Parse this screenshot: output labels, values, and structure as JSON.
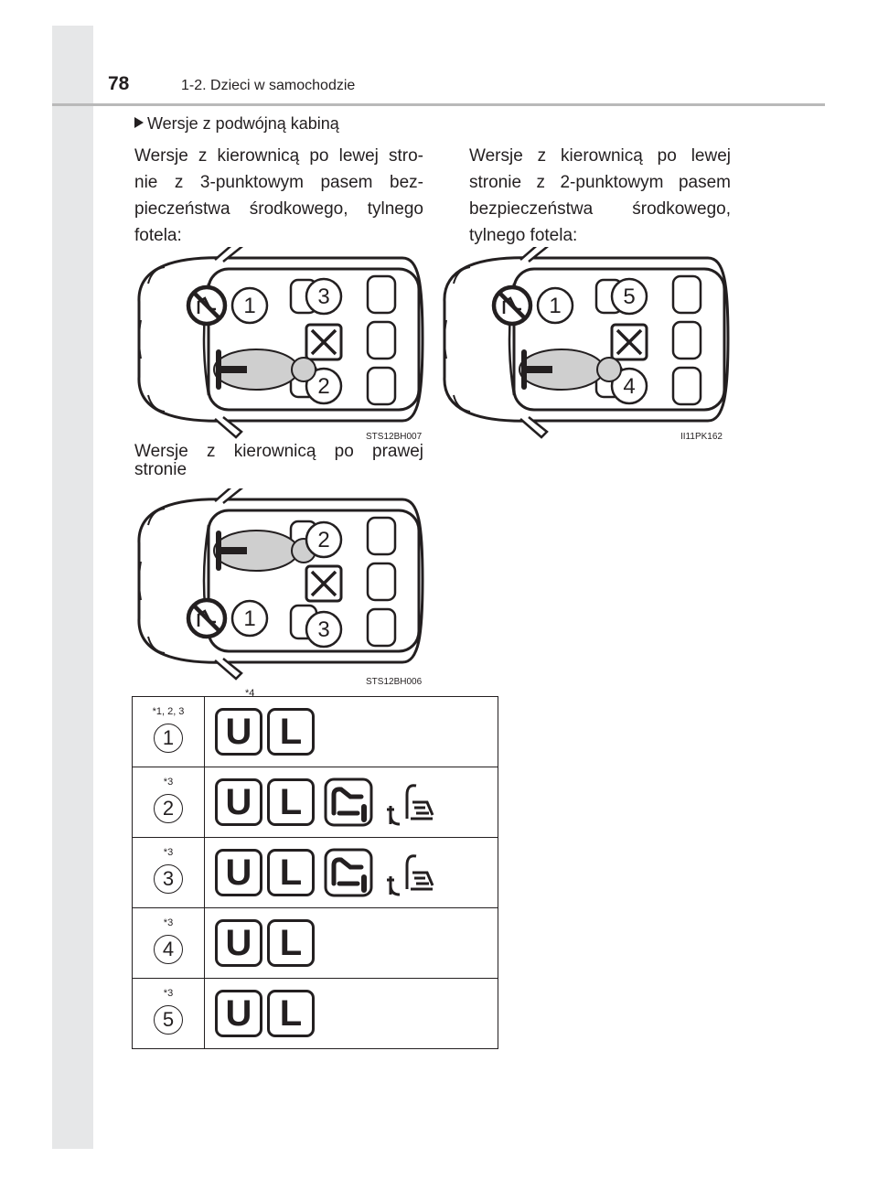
{
  "header": {
    "page_number": "78",
    "chapter": "1-2. Dzieci w samochodzie"
  },
  "section": {
    "heading": "Wersje z podwójną kabiną"
  },
  "text": {
    "lhd_3point": "Wersje z kierownicą po lewej stro- nie z 3-punktowym pasem bez- pieczeństwa środkowego, tylnego fotela:",
    "lhd_2point": "Wersje z kierownicą po lewej stronie z 2-punktowym pasem bezpieczeństwa środkowego, tylnego fotela:",
    "rhd": "Wersje z kierownicą po prawej stronie"
  },
  "figures": {
    "fig1": {
      "code": "STS12BH007",
      "seats": [
        "1",
        "3",
        "2"
      ]
    },
    "fig2": {
      "code": "II11PK162",
      "seats": [
        "1",
        "5",
        "4"
      ]
    },
    "fig3": {
      "code": "STS12BH006",
      "seats": [
        "2",
        "1",
        "3"
      ]
    }
  },
  "table": {
    "rows": [
      {
        "num": "1",
        "note": "*1, 2, 3",
        "icon_note": "*4",
        "icons": [
          "U",
          "L"
        ],
        "extra_icons": []
      },
      {
        "num": "2",
        "note": "*3",
        "icon_note": "",
        "icons": [
          "U",
          "L"
        ],
        "extra_icons": [
          "seat-facing-icon",
          "anchor-seat-icon"
        ]
      },
      {
        "num": "3",
        "note": "*3",
        "icon_note": "",
        "icons": [
          "U",
          "L"
        ],
        "extra_icons": [
          "seat-facing-icon",
          "anchor-seat-icon"
        ]
      },
      {
        "num": "4",
        "note": "*3",
        "icon_note": "",
        "icons": [
          "U",
          "L"
        ],
        "extra_icons": []
      },
      {
        "num": "5",
        "note": "*3",
        "icon_note": "",
        "icons": [
          "U",
          "L"
        ],
        "extra_icons": []
      }
    ]
  }
}
